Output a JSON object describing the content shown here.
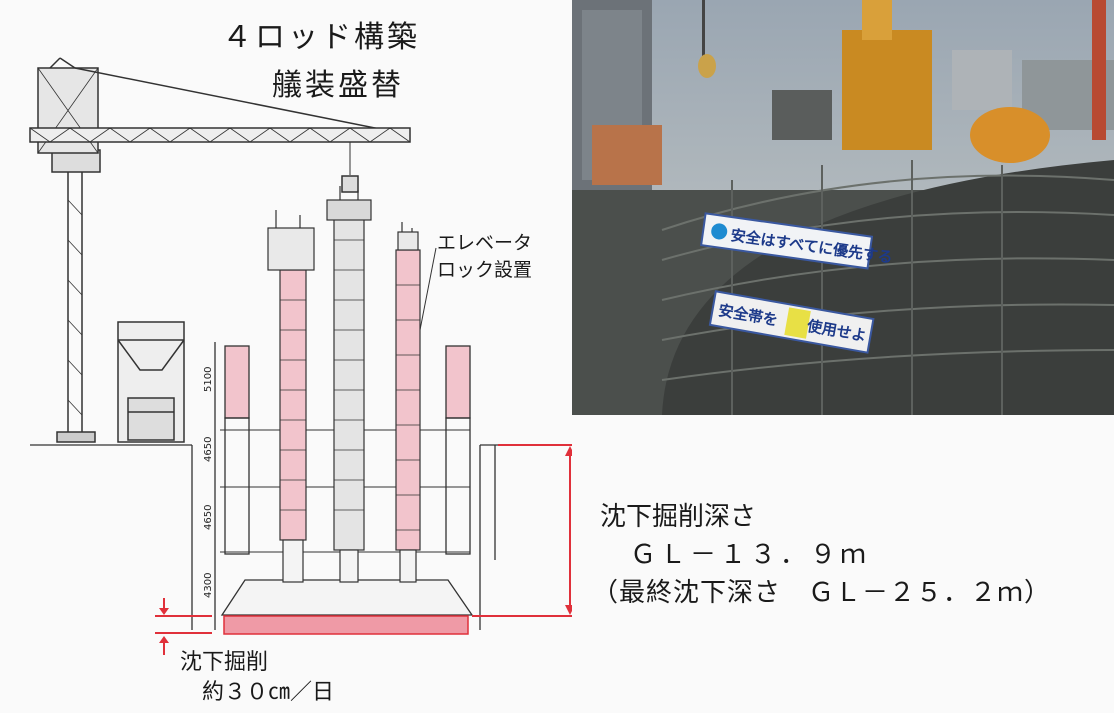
{
  "title": {
    "line1": "４ロッド構築",
    "line2": "艤装盛替"
  },
  "elevator_note": {
    "line1": "エレベータ",
    "line2": "ロック設置"
  },
  "section_heights": [
    "5100",
    "4650",
    "4650",
    "4300"
  ],
  "depth_note": {
    "line1": "沈下掘削深さ",
    "line2": "ＧＬ－１３．９ｍ",
    "line3": "（最終沈下深さ　ＧＬ－２５．２ｍ）"
  },
  "daily_note": {
    "line1": "沈下掘削",
    "line2": "約３０㎝／日"
  },
  "photo": {
    "banner1": "安全はすべてに優先する",
    "banner2": "安全帯を　　使用せよ"
  },
  "colors": {
    "accent_red": "#e0303a",
    "segment_pink": "#f2c4cc",
    "base_pink": "#ef9aa6"
  }
}
